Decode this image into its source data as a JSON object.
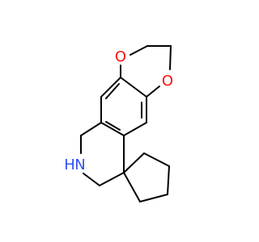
{
  "molecule": {
    "atom_labels": {
      "oxygen_top": "O",
      "oxygen_right": "O",
      "nitrogen": "N",
      "nitrogen_h": "H"
    },
    "colors": {
      "bond": "#000000",
      "oxygen": "#ff0d0d",
      "nitrogen": "#3050f8"
    }
  }
}
